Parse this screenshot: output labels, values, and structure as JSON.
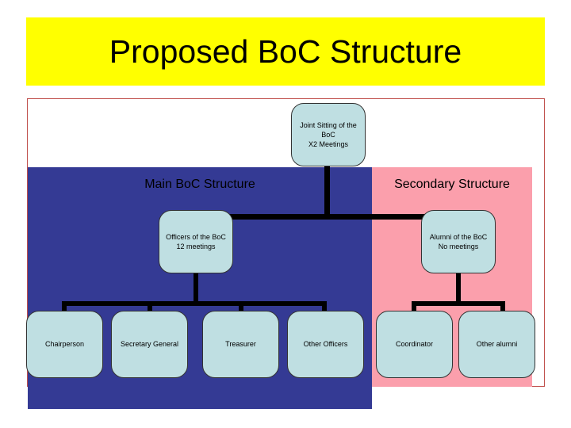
{
  "slide": {
    "title": "Proposed BoC Structure",
    "title_background_color": "#FFFF00",
    "frame_border_color": "#C0504D",
    "background_color": "#FFFFFF"
  },
  "panels": [
    {
      "id": "main",
      "label": "Main BoC Structure",
      "color": "#343A94"
    },
    {
      "id": "secondary",
      "label": "Secondary Structure",
      "color": "#FB9FAC"
    }
  ],
  "node_style": {
    "fill_color": "#BFDFE2",
    "border_color": "#333333"
  },
  "chart_data": {
    "type": "diagram",
    "title": "Proposed BoC Structure",
    "nodes": [
      {
        "id": "joint-sitting",
        "level": 0,
        "panel": "none",
        "lines": [
          "Joint Sitting of the",
          "BoC",
          "X2 Meetings"
        ]
      },
      {
        "id": "officers",
        "level": 1,
        "panel": "main",
        "lines": [
          "Officers of the BoC",
          "12 meetings"
        ]
      },
      {
        "id": "alumni",
        "level": 1,
        "panel": "secondary",
        "lines": [
          "Alumni of the BoC",
          "No meetings"
        ]
      },
      {
        "id": "chairperson",
        "level": 2,
        "panel": "main",
        "lines": [
          "Chairperson"
        ]
      },
      {
        "id": "secretary-general",
        "level": 2,
        "panel": "main",
        "lines": [
          "Secretary General"
        ]
      },
      {
        "id": "treasurer",
        "level": 2,
        "panel": "main",
        "lines": [
          "Treasurer"
        ]
      },
      {
        "id": "other-officers",
        "level": 2,
        "panel": "main",
        "lines": [
          "Other Officers"
        ]
      },
      {
        "id": "coordinator",
        "level": 2,
        "panel": "secondary",
        "lines": [
          "Coordinator"
        ]
      },
      {
        "id": "other-alumni",
        "level": 2,
        "panel": "secondary",
        "lines": [
          "Other alumni"
        ]
      }
    ],
    "edges": [
      {
        "from": "joint-sitting",
        "to": "officers"
      },
      {
        "from": "joint-sitting",
        "to": "alumni"
      },
      {
        "from": "officers",
        "to": "chairperson"
      },
      {
        "from": "officers",
        "to": "secretary-general"
      },
      {
        "from": "officers",
        "to": "treasurer"
      },
      {
        "from": "officers",
        "to": "other-officers"
      },
      {
        "from": "alumni",
        "to": "coordinator"
      },
      {
        "from": "alumni",
        "to": "other-alumni"
      }
    ]
  },
  "nodes": {
    "joint_sitting": {
      "line1": "Joint Sitting of the",
      "line2": "BoC",
      "line3": "X2 Meetings"
    },
    "officers": {
      "line1": "Officers of the BoC",
      "line2": "12 meetings"
    },
    "alumni": {
      "line1": "Alumni of the BoC",
      "line2": "No meetings"
    },
    "chairperson": {
      "label": "Chairperson"
    },
    "secretary_general": {
      "label": "Secretary General"
    },
    "treasurer": {
      "label": "Treasurer"
    },
    "other_officers": {
      "label": "Other Officers"
    },
    "coordinator": {
      "label": "Coordinator"
    },
    "other_alumni": {
      "label": "Other alumni"
    }
  }
}
